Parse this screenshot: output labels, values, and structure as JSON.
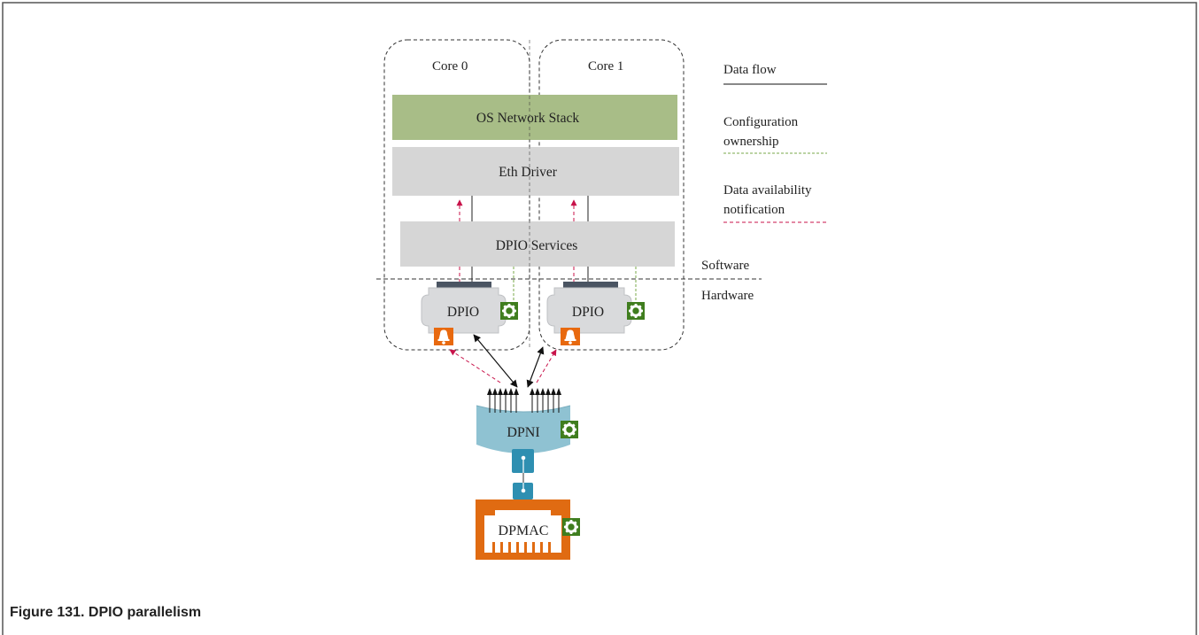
{
  "figure": {
    "caption": "Figure 131.  DPIO parallelism"
  },
  "diagram": {
    "core0_label": "Core 0",
    "core1_label": "Core 1",
    "os_stack_label": "OS Network Stack",
    "eth_driver_label": "Eth Driver",
    "dpio_services_label": "DPIO Services",
    "dpio0_label": "DPIO",
    "dpio1_label": "DPIO",
    "dpni_label": "DPNI",
    "dpmac_label": "DPMAC",
    "software_label": "Software",
    "hardware_label": "Hardware"
  },
  "legend": {
    "data_flow": "Data flow",
    "config_line1": "Configuration",
    "config_line2": "ownership",
    "notify_line1": "Data availability",
    "notify_line2": "notification"
  },
  "colors": {
    "os_stack_fill": "#a8bd87",
    "layer_fill": "#d6d6d6",
    "dpio_fill": "#d9dadc",
    "dpni_fill": "#8fc2d2",
    "dpmac_orange": "#e06b12",
    "gear_green": "#3f7d1e",
    "bell_orange": "#e8690f",
    "connector_blue": "#2e8fb1",
    "notify_red": "#c8134a",
    "config_green": "#7aa84a"
  }
}
